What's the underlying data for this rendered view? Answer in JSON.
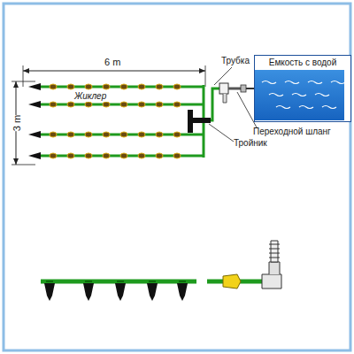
{
  "diagram": {
    "nodes": [
      {
        "text": [
          "Емкость с водой"
        ]
      }
    ],
    "labels": [
      "6 m",
      "3 m",
      "Жиклер",
      "Трубка",
      "Переходной шланг",
      "Тройник"
    ]
  }
}
